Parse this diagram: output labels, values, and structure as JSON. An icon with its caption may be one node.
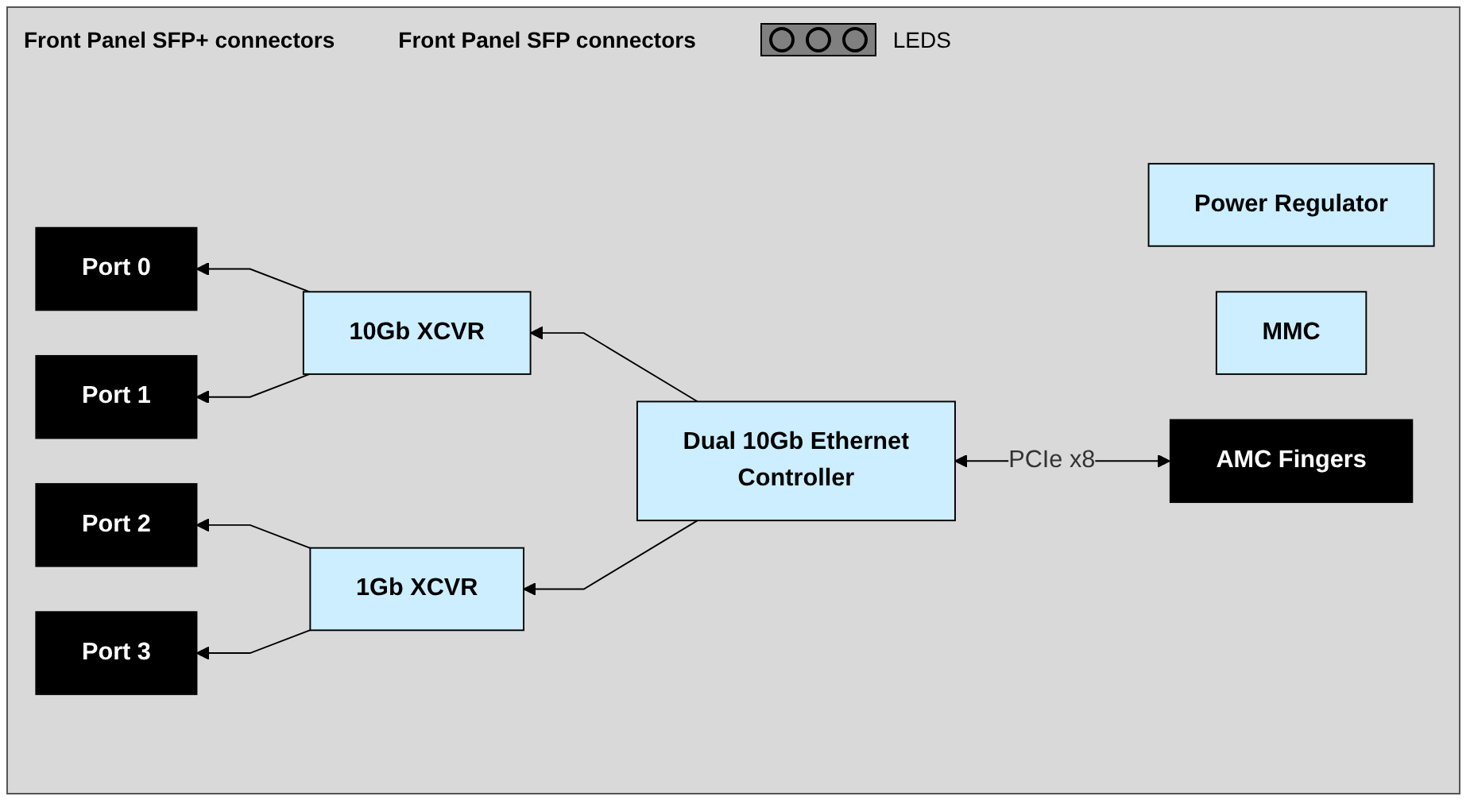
{
  "diagram": {
    "nodes": [
      {
        "text": [
          "Port 0"
        ]
      },
      {
        "text": [
          "10Gb XCVR"
        ]
      },
      {
        "text": [
          "Power Regulator"
        ]
      },
      {
        "text": [
          "MMC"
        ]
      },
      {
        "text": [
          "Port 1"
        ]
      },
      {
        "text": [
          "Dual 10Gb Ethernet",
          "Controller"
        ]
      },
      {
        "text": [
          "AMC Fingers"
        ]
      },
      {
        "text": [
          "Port 2"
        ]
      },
      {
        "text": [
          "1Gb XCVR"
        ]
      },
      {
        "text": [
          "Port 3"
        ]
      }
    ],
    "edges": [
      {
        "from": 1,
        "to": 0,
        "arrow": "to"
      },
      {
        "from": 1,
        "to": 4,
        "arrow": "to"
      },
      {
        "from": 5,
        "to": 1,
        "arrow": "to"
      },
      {
        "from": 6,
        "to": 5,
        "arrow": "both",
        "label": "PCIe x8"
      },
      {
        "from": 5,
        "to": 8,
        "arrow": "to"
      },
      {
        "from": 8,
        "to": 7,
        "arrow": "to"
      },
      {
        "from": 8,
        "to": 9,
        "arrow": "to"
      }
    ],
    "labels": [
      "Front Panel SFP+ connectors",
      "Front Panel SFP connectors",
      "LEDS"
    ]
  }
}
